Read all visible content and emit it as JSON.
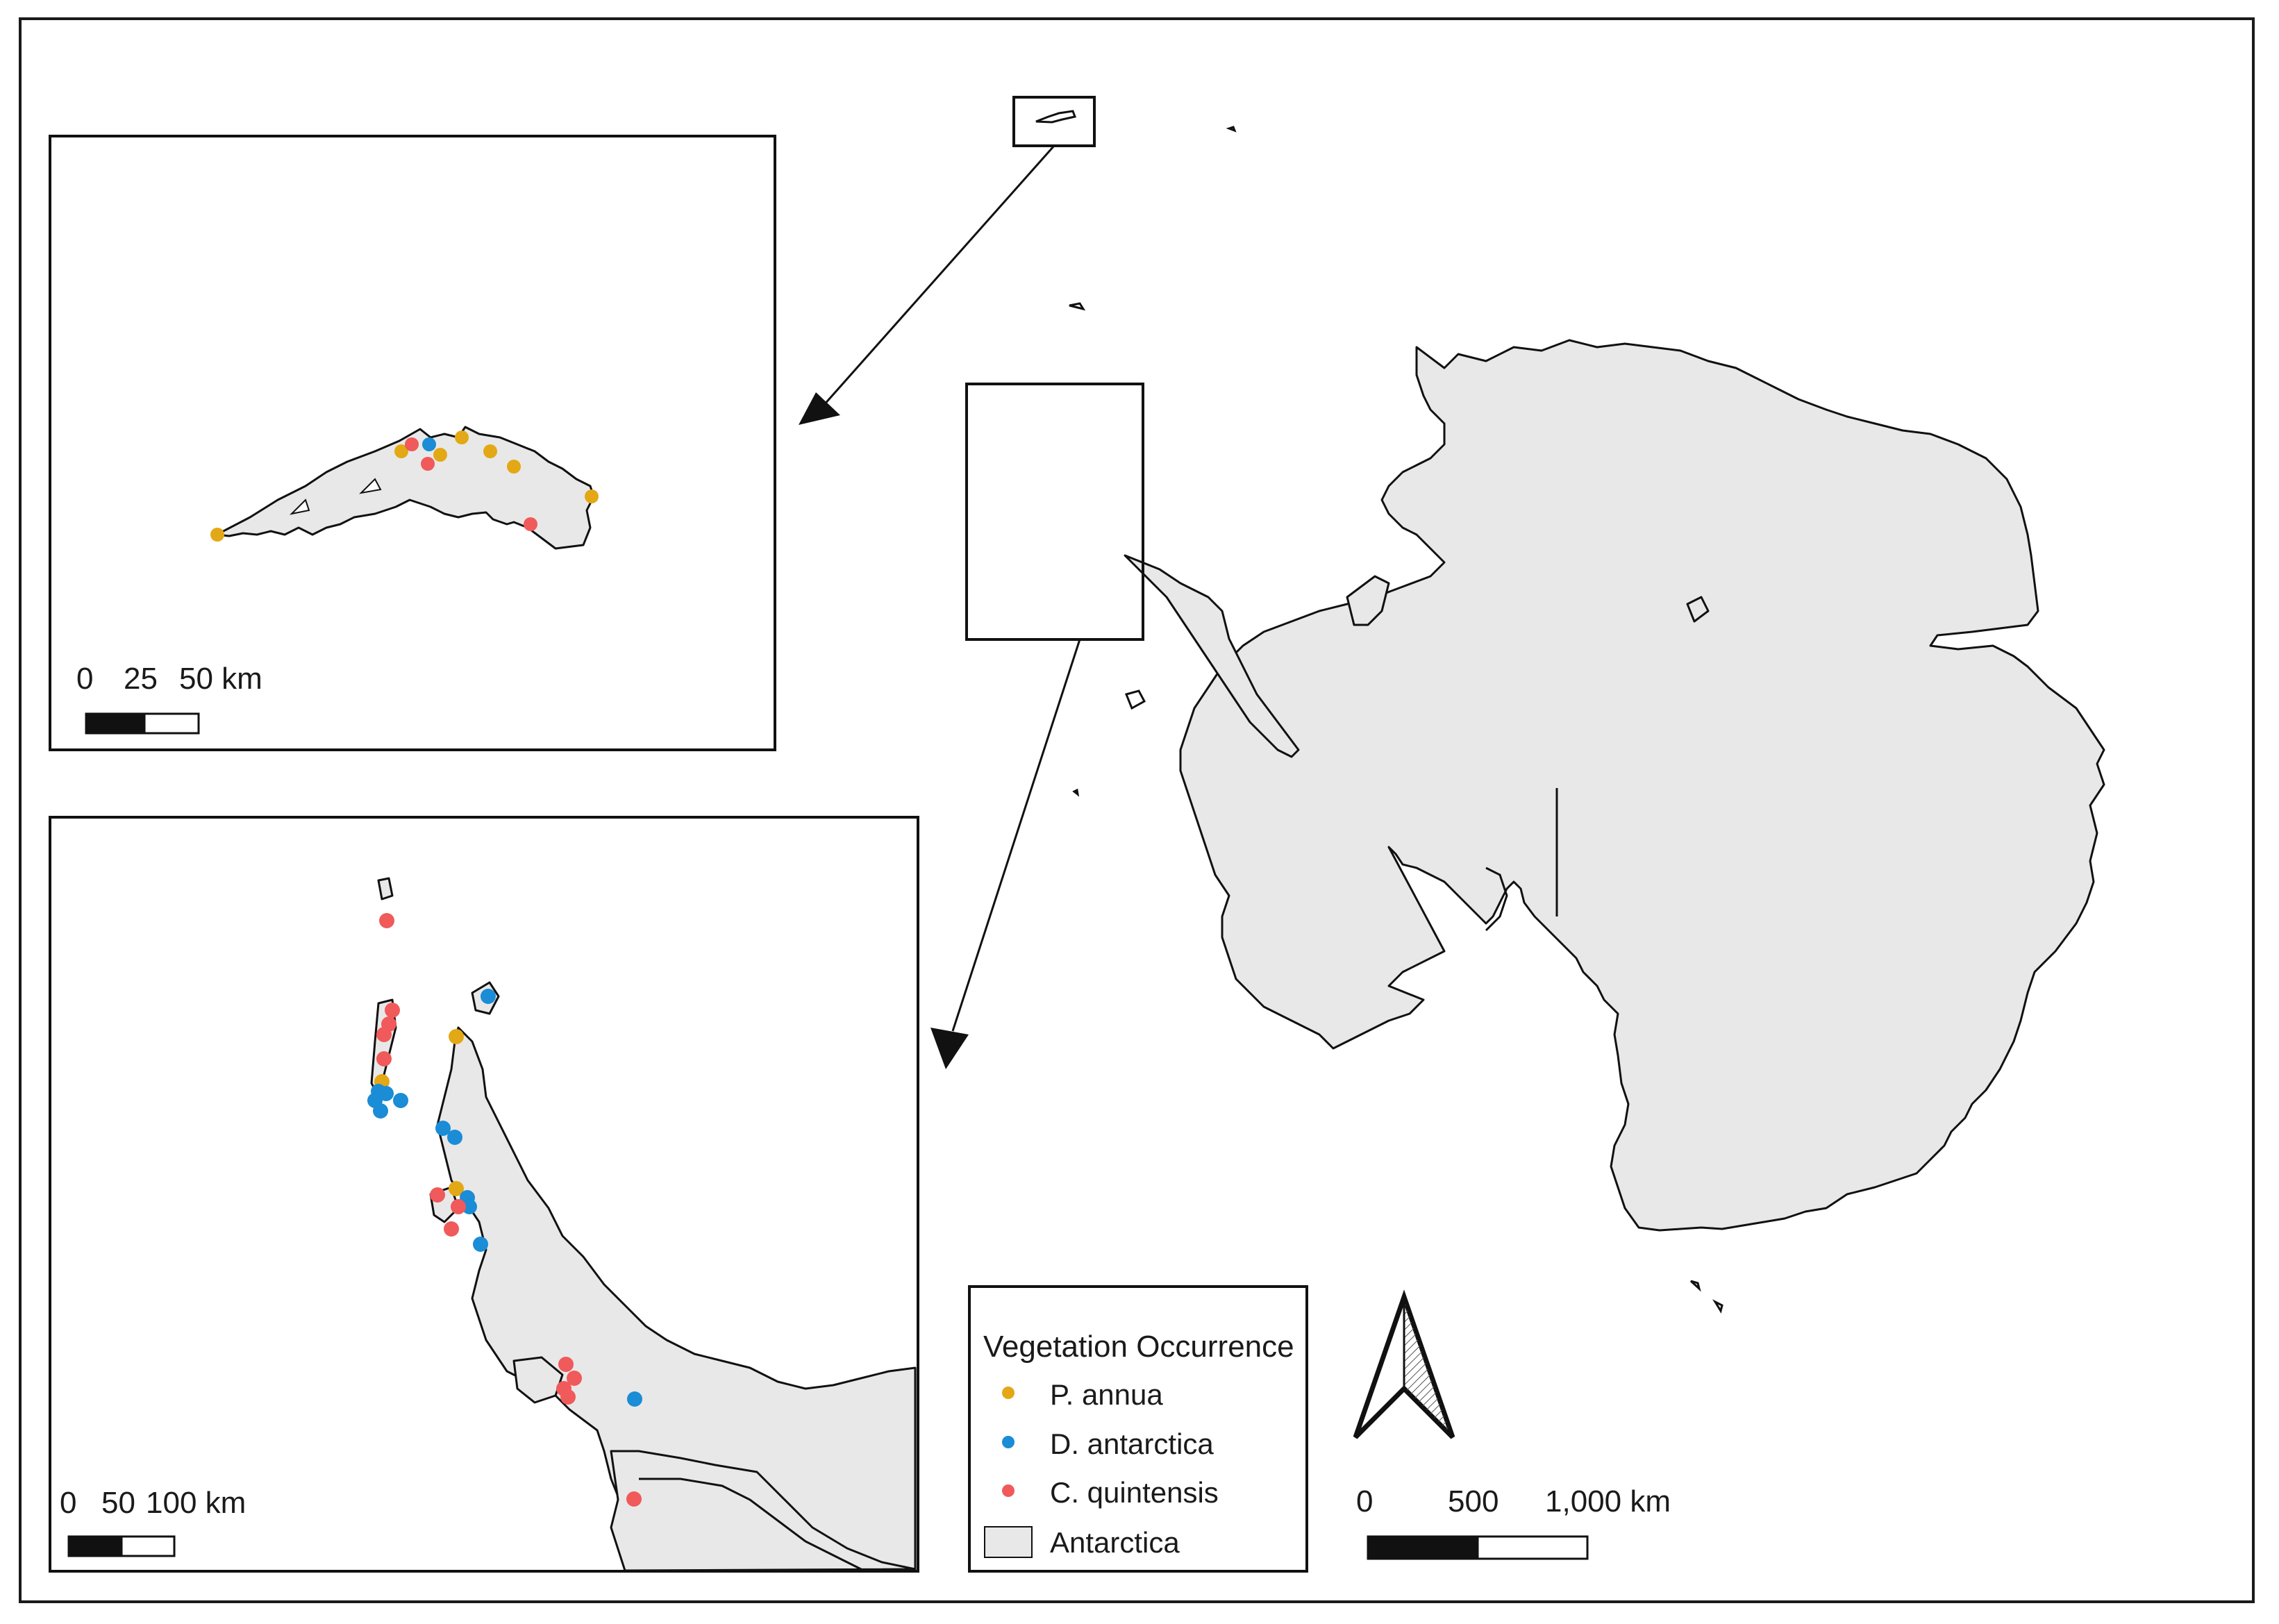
{
  "legend": {
    "title": "Vegetation Occurrence",
    "items": [
      {
        "label": "P. annua",
        "color": "#E3A815"
      },
      {
        "label": "D. antarctica",
        "color": "#1B8CD6"
      },
      {
        "label": "C. quintensis",
        "color": "#F05A5A"
      },
      {
        "label": "Antarctica",
        "color": "#e8e8e8"
      }
    ]
  },
  "scales": {
    "inset_top": {
      "ticks": [
        "0",
        "25",
        "50 km"
      ]
    },
    "inset_bottom": {
      "ticks": [
        "0",
        "50",
        "100 km"
      ]
    },
    "main": {
      "ticks": [
        "0",
        "500",
        "1,000 km"
      ]
    }
  },
  "colors": {
    "land": "#e8e8e8",
    "p_annua": "#E3A815",
    "d_antarctica": "#1B8CD6",
    "c_quintensis": "#F05A5A"
  },
  "icons": [
    "north-arrow-icon"
  ]
}
